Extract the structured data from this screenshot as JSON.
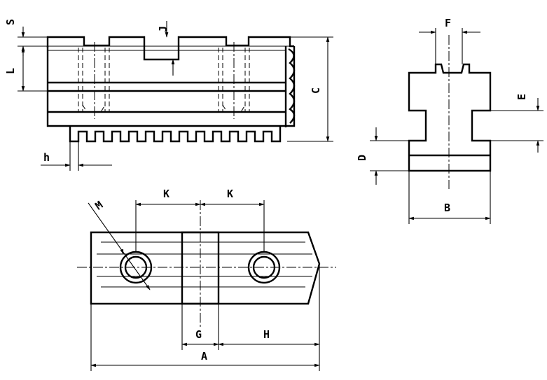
{
  "labels": {
    "S": "S",
    "J": "J",
    "L": "L",
    "C": "C",
    "h": "h",
    "F": "F",
    "E": "E",
    "D": "D",
    "B": "B",
    "M": "M",
    "K1": "K",
    "K2": "K",
    "G": "G",
    "H": "H",
    "A": "A"
  },
  "colors": {
    "line": "#000000",
    "background": "#ffffff"
  }
}
